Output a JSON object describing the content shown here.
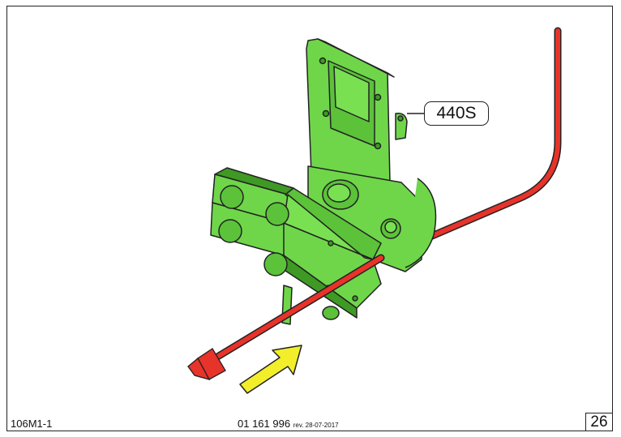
{
  "callout": {
    "label": "440S"
  },
  "footer": {
    "figure_code": "106M1-1",
    "doc_number": "01 161 996",
    "revision": "rev. 28-07-2017",
    "page_number": "26"
  },
  "colors": {
    "bracket": "#6fd64a",
    "bracket_dark": "#3e9a24",
    "cable": "#e8332a",
    "arrow": "#f2ef2a",
    "outline": "#222222"
  }
}
